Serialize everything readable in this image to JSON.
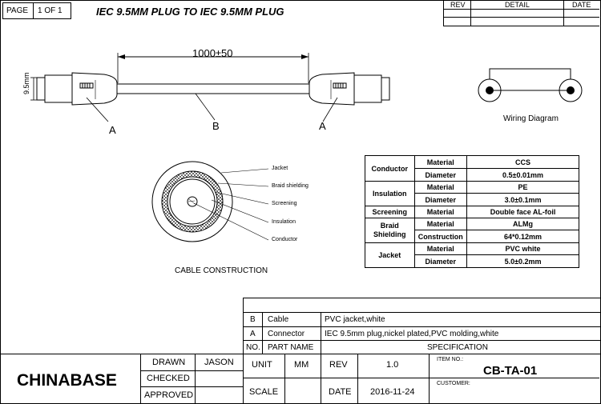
{
  "header": {
    "page_label": "PAGE",
    "page_value": "1 OF 1",
    "title": "IEC 9.5MM PLUG TO IEC 9.5MM PLUG",
    "rev_table": {
      "col_rev": "REV",
      "col_detail": "DETAIL",
      "col_date": "DATE"
    }
  },
  "drawing": {
    "length_dim": "1000±50",
    "dia_label": "9.5mm",
    "callout_a_left": "A",
    "callout_b": "B",
    "callout_a_right": "A"
  },
  "wiring": {
    "label": "Wiring Diagram"
  },
  "cable_construction": {
    "title": "CABLE CONSTRUCTION",
    "layers": [
      "Jacket",
      "Braid shielding",
      "Screening",
      "Insulation",
      "Conductor"
    ]
  },
  "construction_table": {
    "rows": [
      {
        "group": "Conductor",
        "items": [
          {
            "prop": "Material",
            "value": "CCS"
          },
          {
            "prop": "Diameter",
            "value": "0.5±0.01mm"
          }
        ]
      },
      {
        "group": "Insulation",
        "items": [
          {
            "prop": "Material",
            "value": "PE"
          },
          {
            "prop": "Diameter",
            "value": "3.0±0.1mm"
          }
        ]
      },
      {
        "group": "Screening",
        "items": [
          {
            "prop": "Material",
            "value": "Double face AL-foil"
          }
        ]
      },
      {
        "group": "Braid Shielding",
        "items": [
          {
            "prop": "Material",
            "value": "ALMg"
          },
          {
            "prop": "Construction",
            "value": "64*0.12mm"
          }
        ]
      },
      {
        "group": "Jacket",
        "items": [
          {
            "prop": "Material",
            "value": "PVC white"
          },
          {
            "prop": "Diameter",
            "value": "5.0±0.2mm"
          }
        ]
      }
    ]
  },
  "parts_list": {
    "rows": [
      {
        "no": "B",
        "part": "Cable",
        "spec": "PVC jacket,white"
      },
      {
        "no": "A",
        "part": "Connector",
        "spec": "IEC 9.5mm plug,nickel plated,PVC molding,white"
      }
    ],
    "head": {
      "no": "NO.",
      "part": "PART NAME",
      "spec": "SPECIFICATION"
    }
  },
  "title_block": {
    "company": "CHINABASE",
    "drawn_label": "DRAWN",
    "drawn_value": "JASON",
    "checked_label": "CHECKED",
    "checked_value": "",
    "approved_label": "APPROVED",
    "approved_value": "",
    "unit_label": "UNIT",
    "unit_value": "MM",
    "scale_label": "SCALE",
    "scale_value": "",
    "rev_label": "REV",
    "rev_value": "1.0",
    "date_label": "DATE",
    "date_value": "2016-11-24",
    "item_no_label": "ITEM NO.:",
    "item_no_value": "CB-TA-01",
    "customer_label": "CUSTOMER:",
    "customer_value": ""
  }
}
